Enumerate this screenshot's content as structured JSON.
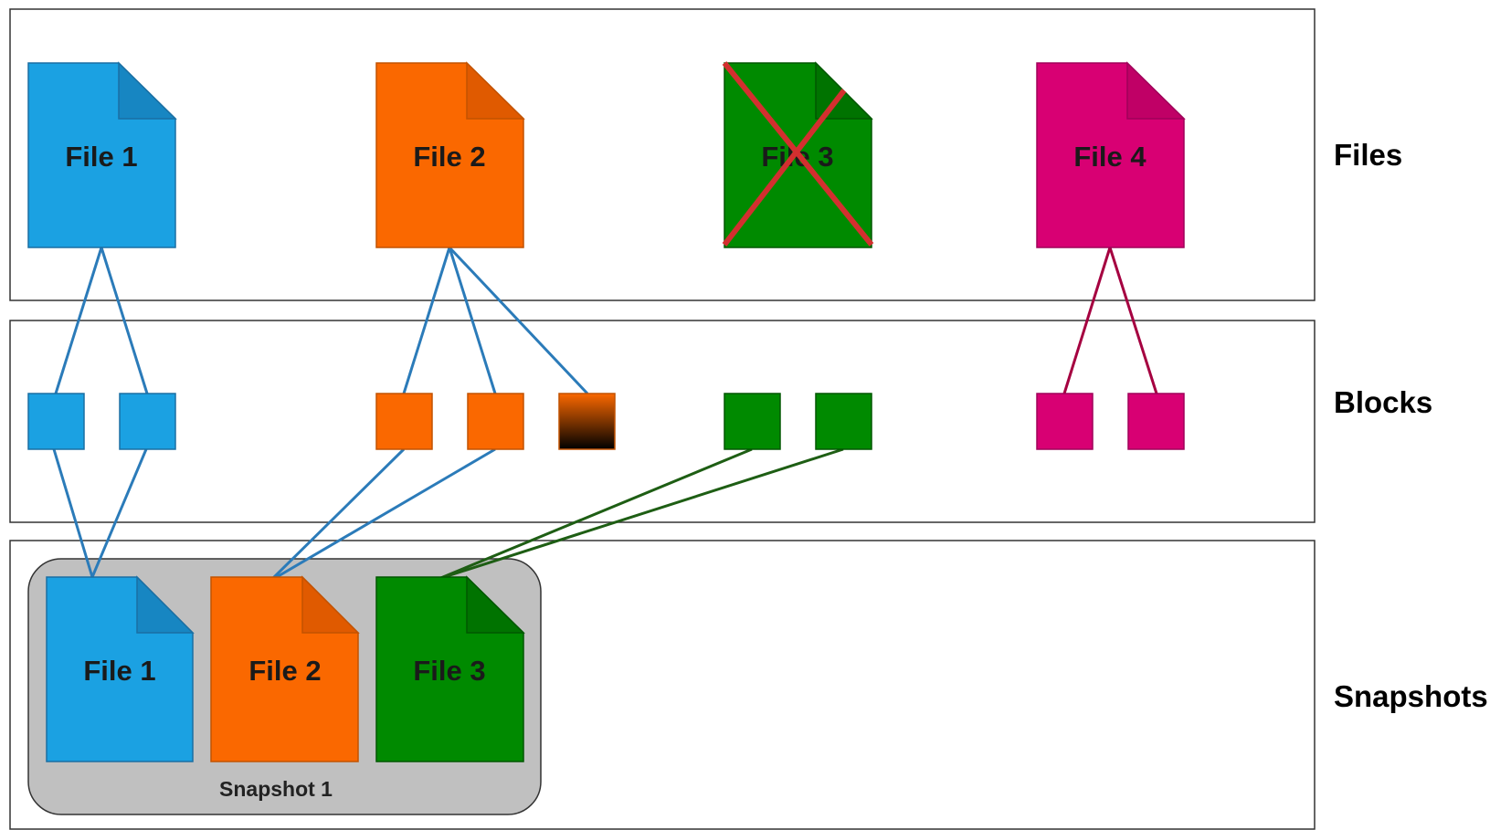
{
  "colors": {
    "file1": "#1ba1e2",
    "file2": "#fa6800",
    "file3": "#008a00",
    "file4": "#d80073",
    "link_blue": "#2b7bb9",
    "link_green": "#1e5e14",
    "link_pink": "#a50040",
    "deleted_cross": "#d32f2f",
    "snapshot_bg": "#c0c0c0",
    "panel_border": "#333333"
  },
  "rows": {
    "files": "Files",
    "blocks": "Blocks",
    "snapshots": "Snapshots"
  },
  "files": [
    {
      "label": "File 1",
      "color": "file1",
      "deleted": false
    },
    {
      "label": "File 2",
      "color": "file2",
      "deleted": false
    },
    {
      "label": "File 3",
      "color": "file3",
      "deleted": true
    },
    {
      "label": "File 4",
      "color": "file4",
      "deleted": false
    }
  ],
  "blocks": [
    {
      "owner": "file1",
      "color": "file1"
    },
    {
      "owner": "file1",
      "color": "file1"
    },
    {
      "owner": "file2",
      "color": "file2"
    },
    {
      "owner": "file2",
      "color": "file2"
    },
    {
      "owner": "file2",
      "color": "file2-gradient"
    },
    {
      "owner": "file3",
      "color": "file3"
    },
    {
      "owner": "file3",
      "color": "file3"
    },
    {
      "owner": "file4",
      "color": "file4"
    },
    {
      "owner": "file4",
      "color": "file4"
    }
  ],
  "snapshot": {
    "name": "Snapshot 1",
    "files": [
      {
        "label": "File 1",
        "color": "file1"
      },
      {
        "label": "File 2",
        "color": "file2"
      },
      {
        "label": "File 3",
        "color": "file3"
      }
    ]
  }
}
